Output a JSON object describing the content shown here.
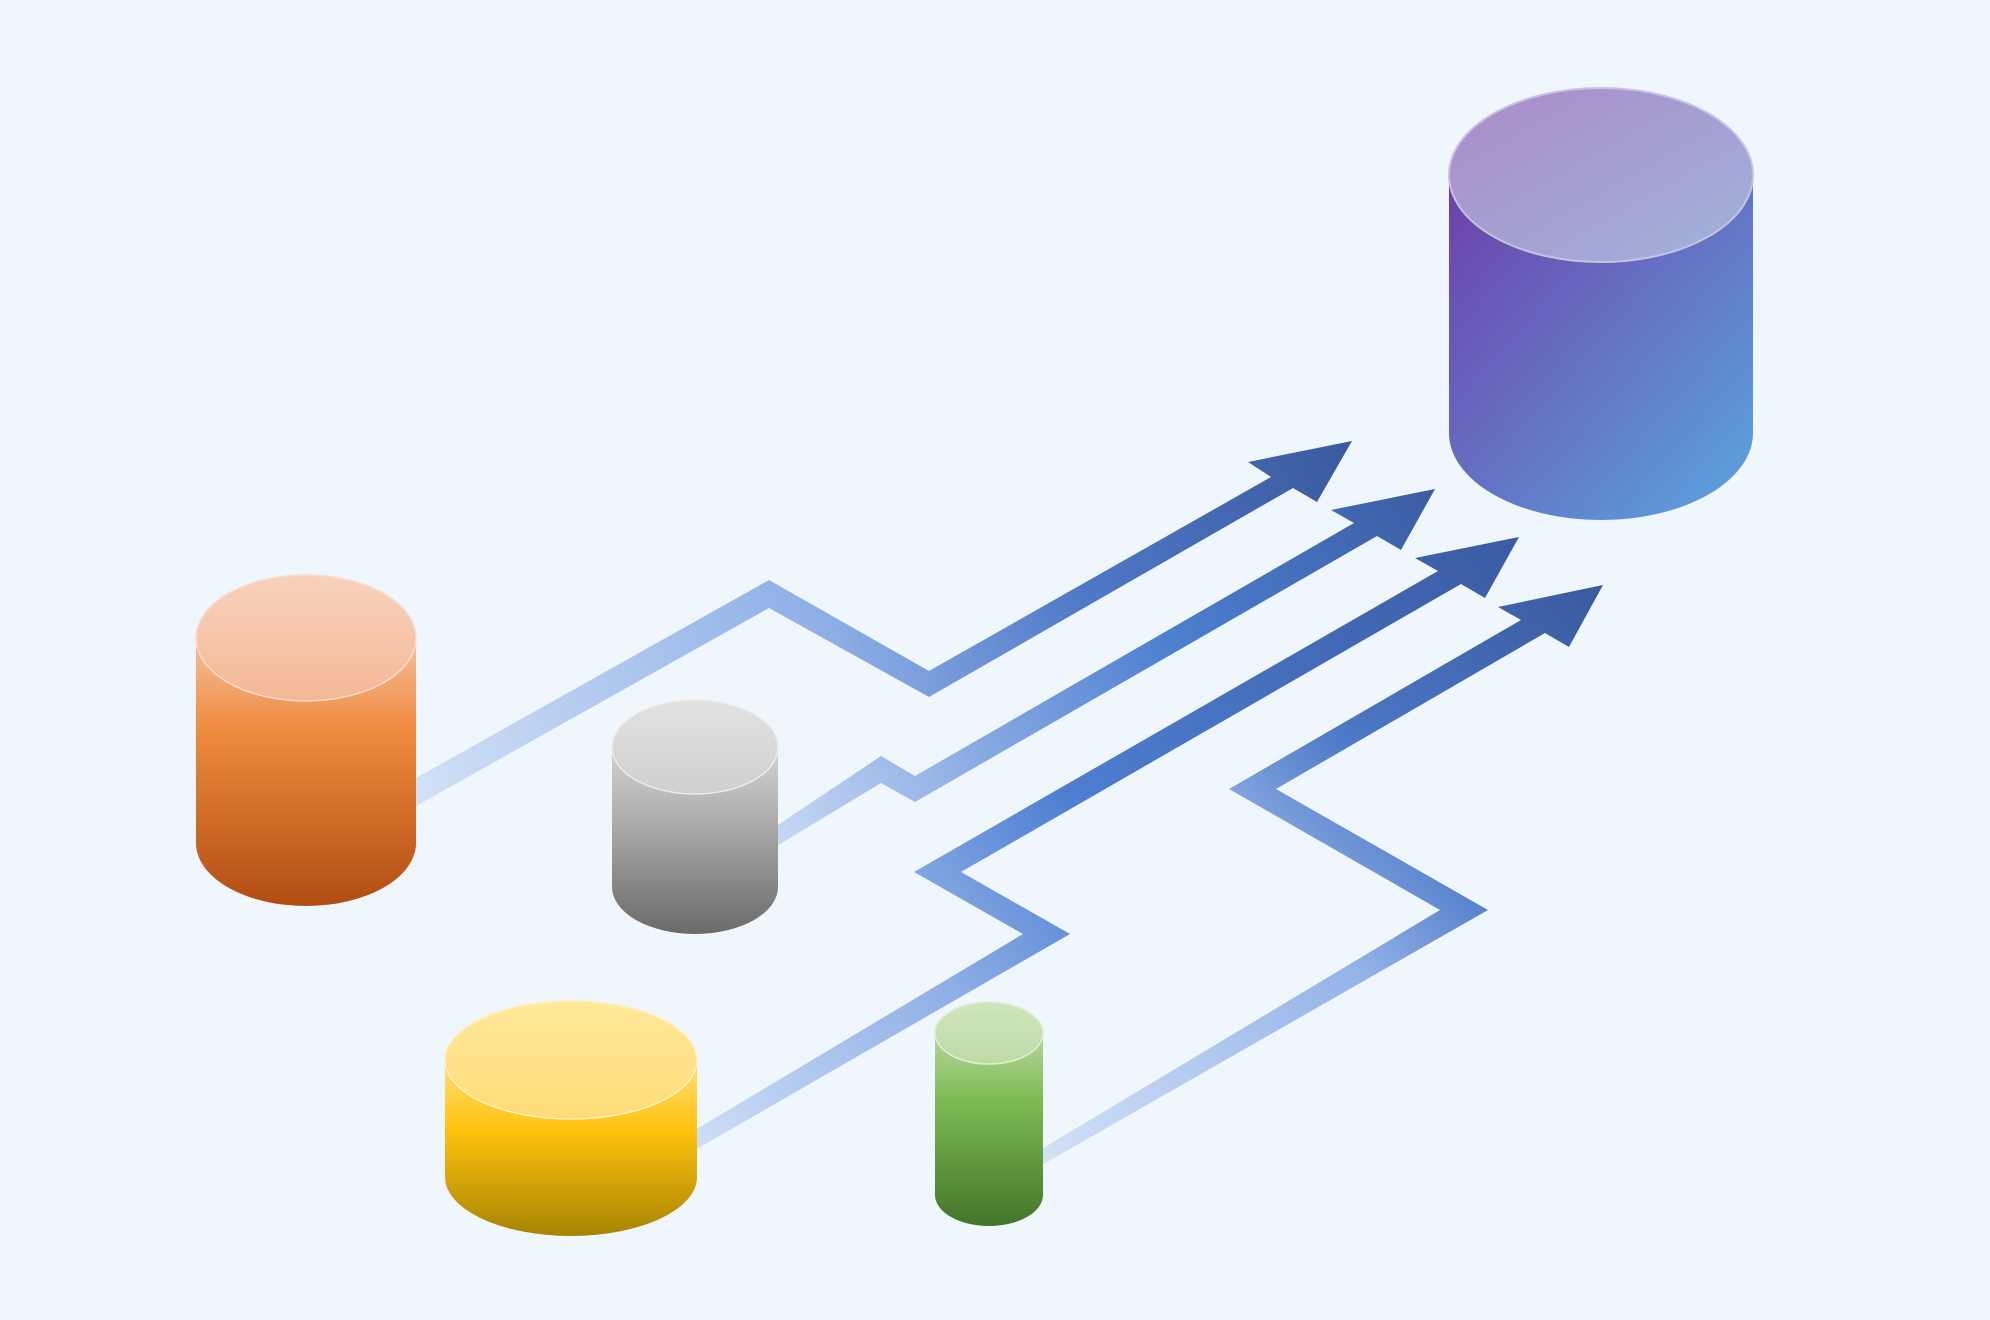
{
  "diagram": {
    "background": "#eff7fd",
    "arrow_color": "#3d5ea8",
    "arrow_fade_color": "#c9dcf5",
    "sources": [
      {
        "id": "orange",
        "color_top": "#f8cfb6",
        "color_body": "#ee8a3c",
        "color_dark": "#b04e12"
      },
      {
        "id": "gray",
        "color_top": "#e0e0e0",
        "color_body": "#a9a9a9",
        "color_dark": "#6d6d6d"
      },
      {
        "id": "yellow",
        "color_top": "#ffe796",
        "color_body": "#ffc20e",
        "color_dark": "#a88500"
      },
      {
        "id": "green",
        "color_top": "#cfe3b8",
        "color_body": "#7cbb52",
        "color_dark": "#467a2c"
      }
    ],
    "target": {
      "id": "purple",
      "color_top_a": "#a98bc8",
      "color_top_b": "#9fb0da",
      "color_body_a": "#6e45a8",
      "color_body_b": "#5c9fdc"
    }
  }
}
